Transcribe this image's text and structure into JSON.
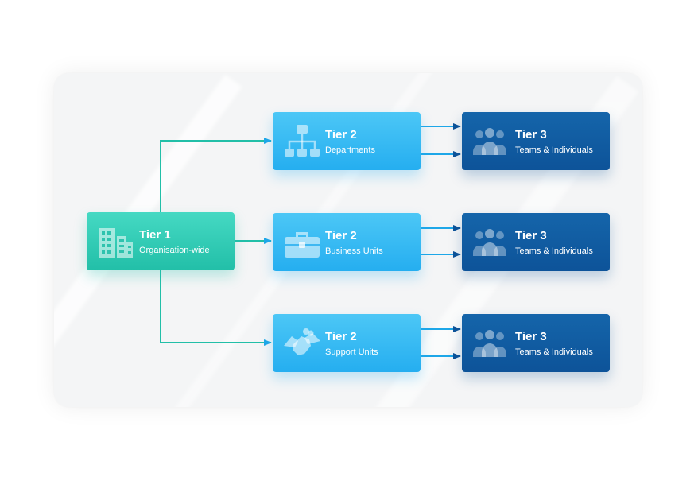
{
  "colors": {
    "tier1": "#2ccaB4",
    "tier2": "#34b8f3",
    "tier3": "#105ba2",
    "connector_tier1": "#22bfa8",
    "connector_tier2": "#1ea7e8",
    "connector_tier3": "#0d5399"
  },
  "tier1": {
    "title": "Tier 1",
    "subtitle": "Organisation-wide",
    "icon": "office-buildings-icon"
  },
  "tier2": [
    {
      "title": "Tier 2",
      "subtitle": "Departments",
      "icon": "org-chart-icon"
    },
    {
      "title": "Tier 2",
      "subtitle": "Business Units",
      "icon": "briefcase-icon"
    },
    {
      "title": "Tier 2",
      "subtitle": "Support Units",
      "icon": "handshake-icon"
    }
  ],
  "tier3": [
    {
      "title": "Tier 3",
      "subtitle": "Teams & Individuals",
      "icon": "people-group-icon"
    },
    {
      "title": "Tier 3",
      "subtitle": "Teams & Individuals",
      "icon": "people-group-icon"
    },
    {
      "title": "Tier 3",
      "subtitle": "Teams & Individuals",
      "icon": "people-group-icon"
    }
  ]
}
